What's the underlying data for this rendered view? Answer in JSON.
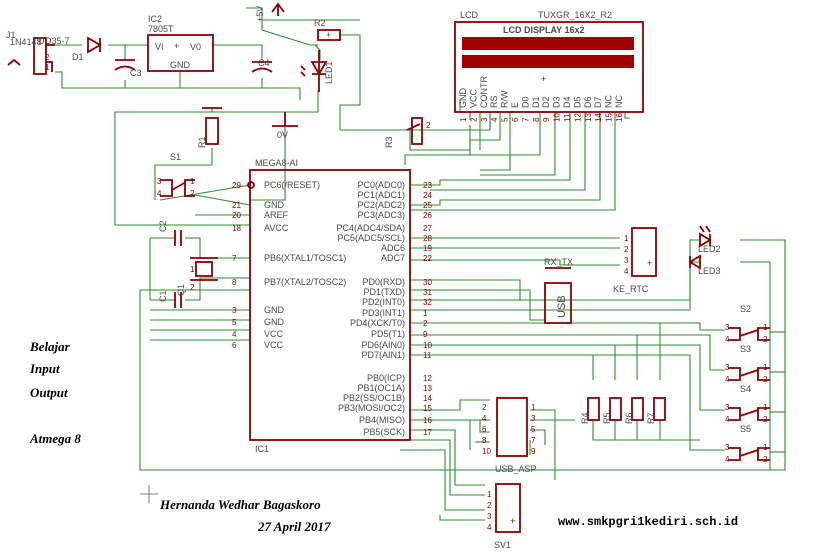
{
  "power": {
    "j1": "J1",
    "d1_part": "1N4148",
    "d1_pkg": "DO35-7",
    "d1": "D1",
    "ic2": "IC2",
    "ic2_part": "7805T",
    "vi": "VI",
    "vo": "V0",
    "gnd": "GND",
    "c3": "C3",
    "c4": "C4",
    "j1_pin1": "1",
    "j1_pin2": "2",
    "plus5v": "+5V",
    "zero_v": "0V"
  },
  "misc": {
    "r1": "R1",
    "r2": "R2",
    "r3": "R3",
    "r3_pin": "2",
    "led1": "LED1",
    "s1": "S1",
    "led2": "LED2",
    "led3": "LED3",
    "r4": "R4",
    "r5": "R5",
    "r6": "R6",
    "r7": "R7",
    "c1": "C1",
    "c2": "C2",
    "q1": "Q1",
    "q_pin1": "1",
    "q_pin2": "2",
    "s1_p3": "3",
    "s1_p4": "4",
    "s1_p1": "1",
    "s1_p2": "2"
  },
  "lcd": {
    "ref": "LCD",
    "part": "TUXGR_16X2_R2",
    "title": "LCD DISPLAY 16x2",
    "pins": [
      "GND",
      "VCC",
      "CONTR",
      "RS",
      "R/W",
      "E",
      "D0",
      "D1",
      "D2",
      "D3",
      "D4",
      "D5",
      "D6",
      "D7",
      "NC",
      "NC"
    ],
    "nums": [
      "1",
      "2",
      "3",
      "4",
      "5",
      "6",
      "7",
      "8",
      "9",
      "10",
      "11",
      "12",
      "13",
      "14",
      "15",
      "16"
    ]
  },
  "mcu": {
    "name": "MEGA8-AI",
    "ref": "IC1",
    "left": [
      {
        "n": "29",
        "l": "PC6(/RESET)"
      },
      {
        "n": "21",
        "l": "GND"
      },
      {
        "n": "20",
        "l": "AREF"
      },
      {
        "n": "18",
        "l": "AVCC"
      },
      {
        "n": "7",
        "l": "PB6(XTAL1/TOSC1)"
      },
      {
        "n": "8",
        "l": "PB7(XTAL2/TOSC2)"
      },
      {
        "n": "3",
        "l": "GND"
      },
      {
        "n": "5",
        "l": "GND"
      },
      {
        "n": "4",
        "l": "VCC"
      },
      {
        "n": "6",
        "l": "VCC"
      }
    ],
    "right": [
      {
        "n": "23",
        "l": "PC0(ADC0)"
      },
      {
        "n": "24",
        "l": "PC1(ADC1)"
      },
      {
        "n": "25",
        "l": "PC2(ADC2)"
      },
      {
        "n": "26",
        "l": "PC3(ADC3)"
      },
      {
        "n": "27",
        "l": "PC4(ADC4/SDA)"
      },
      {
        "n": "28",
        "l": "PC5(ADC5/SCL)"
      },
      {
        "n": "19",
        "l": "ADC6"
      },
      {
        "n": "22",
        "l": "ADC7"
      },
      {
        "n": "30",
        "l": "PD0(RXD)"
      },
      {
        "n": "31",
        "l": "PD1(TXD)"
      },
      {
        "n": "32",
        "l": "PD2(INT0)"
      },
      {
        "n": "1",
        "l": "PD3(INT1)"
      },
      {
        "n": "2",
        "l": "PD4(XCK/T0)"
      },
      {
        "n": "9",
        "l": "PD5(T1)"
      },
      {
        "n": "10",
        "l": "PD6(AIN0)"
      },
      {
        "n": "11",
        "l": "PD7(AIN1)"
      },
      {
        "n": "12",
        "l": "PB0(ICP)"
      },
      {
        "n": "13",
        "l": "PB1(OC1A)"
      },
      {
        "n": "14",
        "l": "PB2(SS/OC1B)"
      },
      {
        "n": "15",
        "l": "PB3(MOSI/OC2)"
      },
      {
        "n": "16",
        "l": "PB4(MISO)"
      },
      {
        "n": "17",
        "l": "PB5(SCK)"
      }
    ]
  },
  "ke_rtc": {
    "label": "KE_RTC",
    "pins": [
      "1",
      "2",
      "3",
      "4"
    ]
  },
  "usb": {
    "label": "USB",
    "rxtx": "RX_TX"
  },
  "usb_asp": {
    "label": "USB_ASP",
    "left": [
      "2",
      "4",
      "6",
      "8",
      "10"
    ],
    "right": [
      "1",
      "3",
      "5",
      "7",
      "9"
    ]
  },
  "sv1": {
    "label": "SV1",
    "pins": [
      "1",
      "2",
      "3",
      "4"
    ]
  },
  "switches": [
    {
      "ref": "S2",
      "p3": "3",
      "p4": "4",
      "p1": "1",
      "p2": "2"
    },
    {
      "ref": "S3",
      "p3": "3",
      "p4": "4",
      "p1": "1",
      "p2": "2"
    },
    {
      "ref": "S4",
      "p3": "3",
      "p4": "4",
      "p1": "1",
      "p2": "2"
    },
    {
      "ref": "S5",
      "p3": "3",
      "p4": "4",
      "p1": "1",
      "p2": "2"
    }
  ],
  "notes": {
    "line1": "Belajar",
    "line2": "Input",
    "line3": "Output",
    "line4": "Atmega 8",
    "author": "Hernanda Wedhar Bagaskoro",
    "date": "27 April 2017",
    "website": "www.smkpgri1kediri.sch.id"
  }
}
